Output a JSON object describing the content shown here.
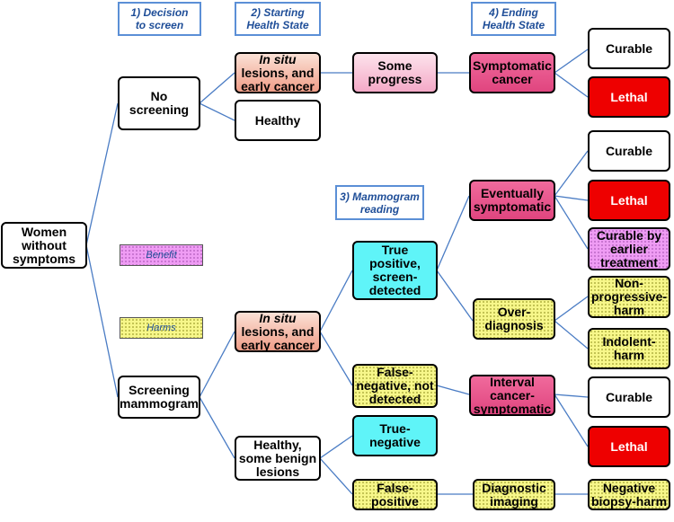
{
  "headers": {
    "decision": "1) Decision\nto screen",
    "starting": "2) Starting\nHealth State",
    "ending": "4) Ending\nHealth State",
    "mammogram": "3) Mammogram\nreading"
  },
  "legend": {
    "benefit": "Benefit",
    "harms": "Harms"
  },
  "nodes": {
    "women": "Women\nwithout\nsymptoms",
    "no_screening": "No\nscreening",
    "screening_mammogram": "Screening\nmammogram",
    "insitu_top_italic": "In situ",
    "insitu_top_rest": "lesions, and\nearly cancer",
    "healthy": "Healthy",
    "some_progress": "Some\nprogress",
    "symptomatic_cancer": "Symptomatic\ncancer",
    "curable_1": "Curable",
    "lethal_1": "Lethal",
    "insitu_bottom_italic": "In situ",
    "insitu_bottom_rest": "lesions, and\nearly cancer",
    "healthy_benign": "Healthy,\nsome benign\nlesions",
    "true_positive": "True\npositive,\nscreen-\ndetected",
    "false_negative": "False-\nnegative, not\ndetected",
    "true_negative": "True-\nnegative",
    "false_positive": "False-\npositive",
    "eventually_symptomatic": "Eventually\nsymptomatic",
    "overdiagnosis": "Over-\ndiagnosis",
    "interval_cancer": "Interval\ncancer-\nsymptomatic",
    "diagnostic_imaging": "Diagnostic\nimaging",
    "curable_2": "Curable",
    "lethal_2": "Lethal",
    "curable_earlier": "Curable by\nearlier\ntreatment",
    "nonprogressive_harm": "Non-\nprogressive-\nharm",
    "indolent_harm": "Indolent-\nharm",
    "curable_3": "Curable",
    "lethal_3": "Lethal",
    "negative_biopsy": "Negative\nbiopsy-harm"
  },
  "colors": {
    "connector": "#4a7cc4",
    "header_border": "#5b8fd6",
    "header_text": "#1f4e98",
    "lethal": "#ee0000",
    "in_situ": "#ef9d87",
    "progress": "#f4a9c7",
    "cancer": "#e0457f",
    "screen_result": "#5ff4f8",
    "harm": "#f7f78a",
    "benefit": "#ef9cf4"
  }
}
